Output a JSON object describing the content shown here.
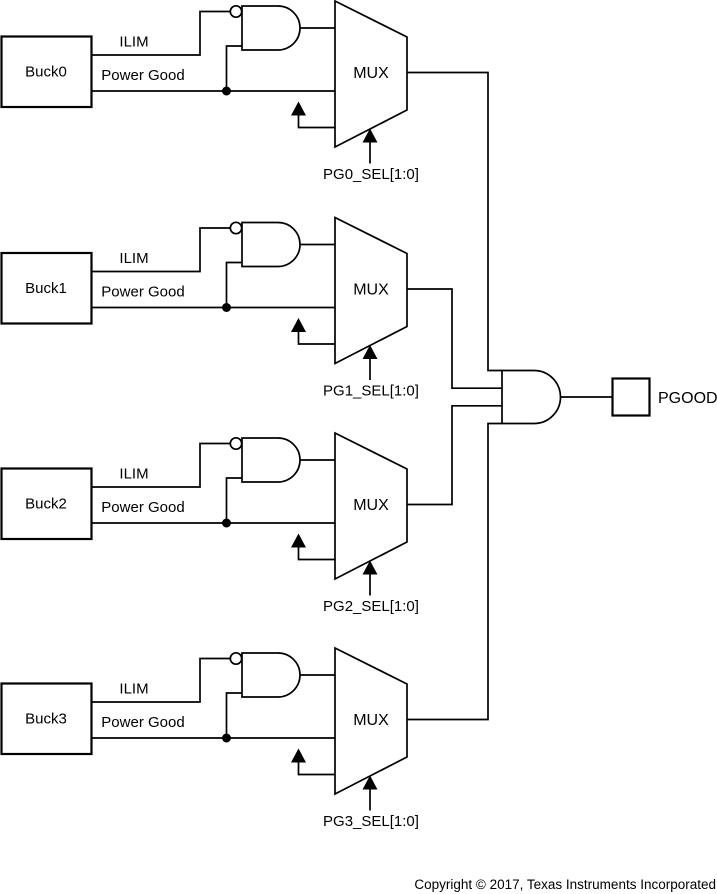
{
  "colors": {
    "line": "#000000",
    "text": "#000000",
    "background": "#ffffff"
  },
  "rows": [
    {
      "block": "Buck0",
      "ilim_label": "ILIM",
      "power_good_label": "Power Good",
      "mux_label": "MUX",
      "sel_label": "PG0_SEL[1:0]"
    },
    {
      "block": "Buck1",
      "ilim_label": "ILIM",
      "power_good_label": "Power Good",
      "mux_label": "MUX",
      "sel_label": "PG1_SEL[1:0]"
    },
    {
      "block": "Buck2",
      "ilim_label": "ILIM",
      "power_good_label": "Power Good",
      "mux_label": "MUX",
      "sel_label": "PG2_SEL[1:0]"
    },
    {
      "block": "Buck3",
      "ilim_label": "ILIM",
      "power_good_label": "Power Good",
      "mux_label": "MUX",
      "sel_label": "PG3_SEL[1:0]"
    }
  ],
  "output": {
    "pgood_label": "PGOOD"
  },
  "footer": {
    "copyright": "Copyright © 2017, Texas Instruments Incorporated"
  }
}
